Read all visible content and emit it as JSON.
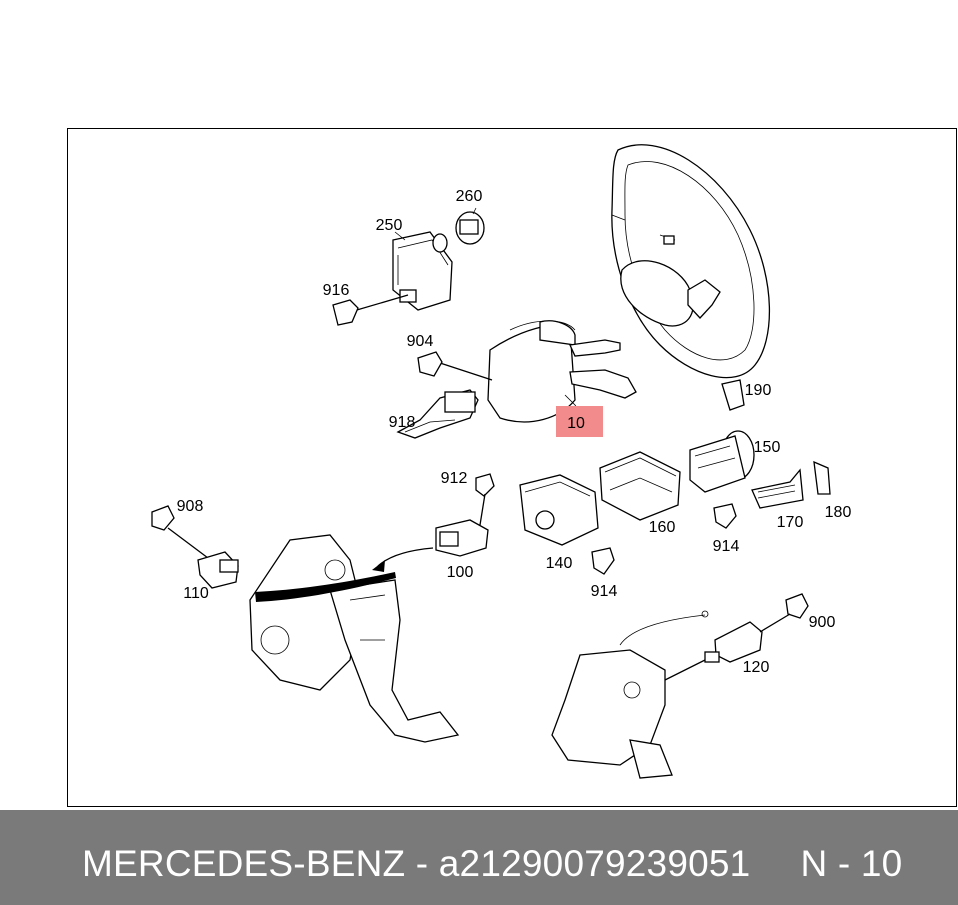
{
  "callouts": {
    "c10": "10",
    "c100": "100",
    "c110": "110",
    "c120": "120",
    "c140": "140",
    "c150": "150",
    "c160": "160",
    "c170": "170",
    "c180": "180",
    "c190": "190",
    "c250": "250",
    "c260": "260",
    "c900": "900",
    "c904": "904",
    "c908": "908",
    "c912": "912",
    "c914a": "914",
    "c914b": "914",
    "c916": "916",
    "c918": "918"
  },
  "highlight": {
    "part": "10",
    "color": "#f28b8b"
  },
  "footer": {
    "brand": "MERCEDES-BENZ",
    "separator": " - ",
    "part_number": "a21290079239051",
    "position_ref": "N - 10"
  },
  "colors": {
    "footer_bg": "#7a7a7a",
    "footer_text": "#ffffff"
  }
}
